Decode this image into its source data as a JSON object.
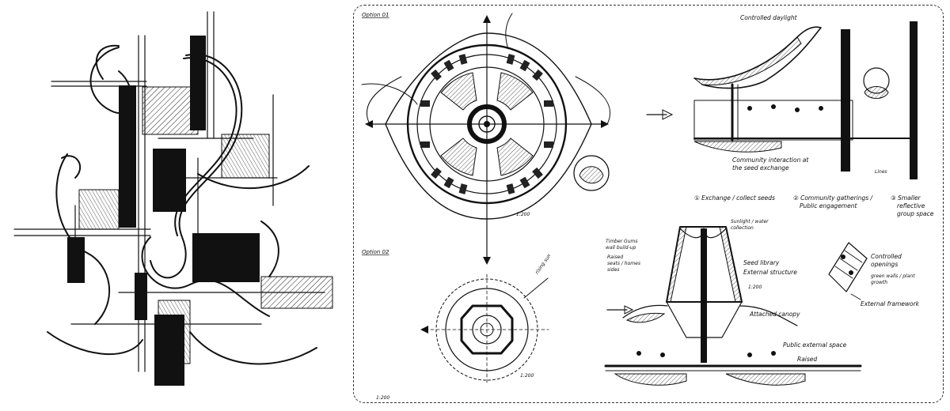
{
  "right_panel": {
    "option_1_label": "Option 01",
    "option_2_label": "Option 02",
    "scale_a": "1:200",
    "scale_b": "1:200",
    "scale_c": "1:200",
    "scale_d": "1:200",
    "compass": "rising sun",
    "section_1": {
      "daylight": "Controlled daylight",
      "community_line1": "Community interaction at",
      "community_line2": "the seed exchange",
      "small_label": "Lines"
    },
    "legend": {
      "item_1": "① Exchange / collect seeds",
      "item_2_line1": "② Community gatherings /",
      "item_2_line2": "Public engagement",
      "item_3_line1": "③ Smaller",
      "item_3_line2": "reflective",
      "item_3_line3": "group space"
    },
    "section_2": {
      "sunlight": "Sunlight / water",
      "collection": "collection",
      "timber_line1": "Timber Gums",
      "timber_line2": "wall build-up",
      "raised_line1": "Raised",
      "raised_line2": "seats / homes",
      "raised_line3": "sides",
      "seed_library": "Seed library",
      "external_structure": "External structure",
      "attached_canopy": "Attached canopy",
      "public_space": "Public external space",
      "raised": "Raised"
    },
    "detail": {
      "controlled": "Controlled",
      "openings": "openings",
      "green_line1": "green walls / plant",
      "green_line2": "growth",
      "framework": "External framework"
    }
  }
}
